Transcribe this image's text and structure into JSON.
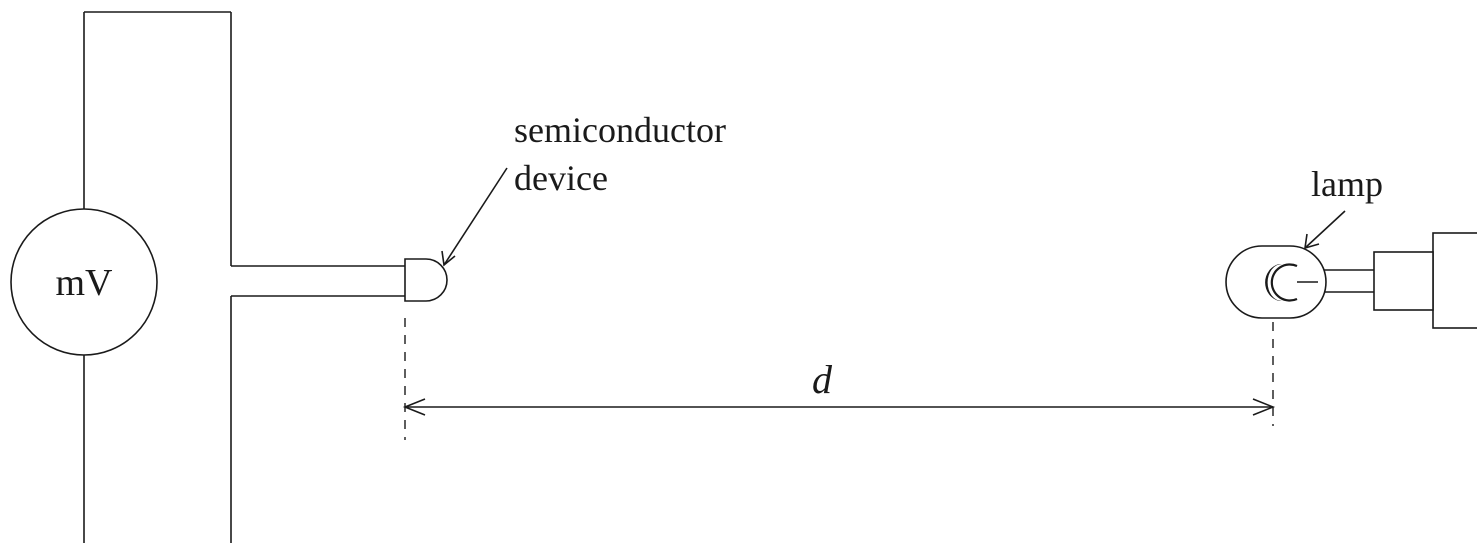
{
  "labels": {
    "meter": "mV",
    "semiconductor_line1": "semiconductor",
    "semiconductor_line2": "device",
    "lamp": "lamp",
    "distance": "d"
  },
  "colors": {
    "line": "#1a1a1a",
    "background": "#ffffff"
  }
}
